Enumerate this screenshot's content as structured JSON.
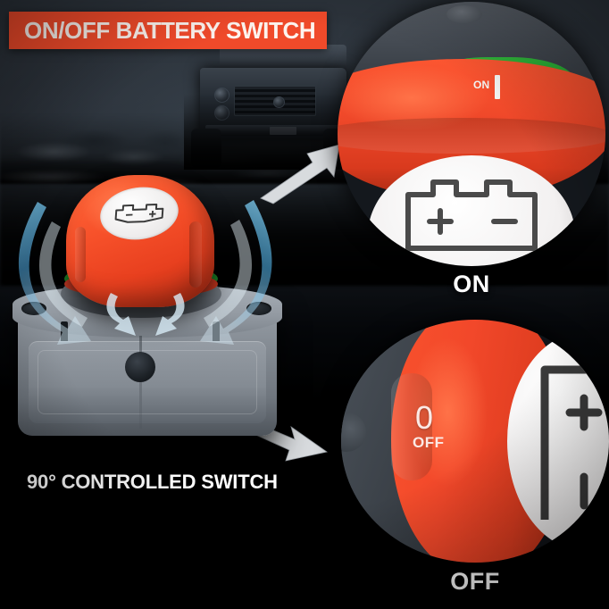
{
  "banner": {
    "title": "ON/OFF BATTERY SWITCH",
    "background_color": "#f04a2a",
    "text_color": "#fdf4ef"
  },
  "scene": {
    "background_color": "#2a3038",
    "vehicle_name": "offroad-4x4-vehicle",
    "terrain": "rocky-ground"
  },
  "product": {
    "name": "battery-disconnect-switch",
    "knob_color": "#f7512a",
    "base_color": "#8a9099",
    "indicator_green": "#21a02b",
    "indicator_red": "#e8432a",
    "knob_label_icon": "battery-symbol-icon",
    "rotation_arrows_color": "#6fb9e8",
    "caption": "90° CONTROLLED SWITCH"
  },
  "arrows": {
    "to_on_detail": "arrow-up-right-icon",
    "to_off_detail": "arrow-down-right-icon",
    "color": "#d8dbde"
  },
  "details": [
    {
      "id": "on",
      "caption": "ON",
      "state_band_text": "ON",
      "band_color": "#21a02b",
      "knob_color": "#f0492a",
      "housing_color": "#464c54",
      "face_icon": "battery-symbol-icon",
      "positive_terminal": "+",
      "negative_terminal": "−",
      "indicator": "white-position-bar"
    },
    {
      "id": "off",
      "caption": "OFF",
      "knob_marking_symbol": "0",
      "knob_marking_text": "OFF",
      "knob_color": "#f2482a",
      "housing_color": "#3a4047",
      "face_icon": "battery-symbol-icon",
      "face_rotation": "90-degrees"
    }
  ]
}
